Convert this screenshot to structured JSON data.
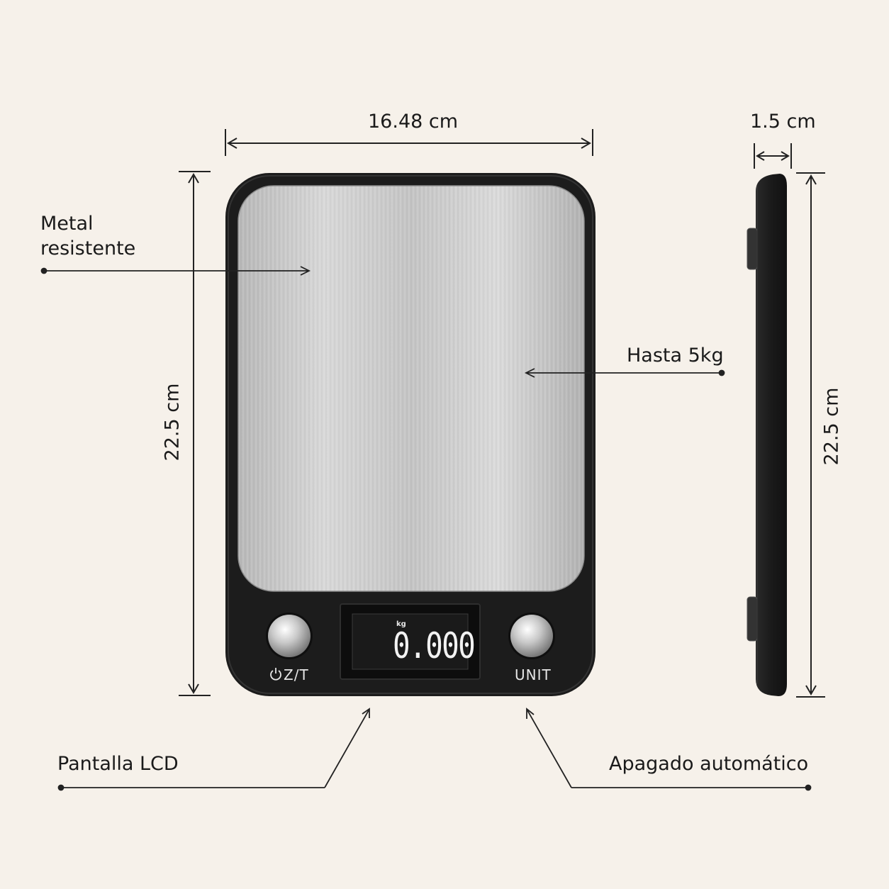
{
  "dimensions": {
    "width": "16.48 cm",
    "height": "22.5 cm",
    "depth": "1.5 cm"
  },
  "callouts": {
    "metal_line1": "Metal",
    "metal_line2": "resistente",
    "capacity": "Hasta 5kg",
    "lcd": "Pantalla LCD",
    "auto_off": "Apagado automático"
  },
  "scale": {
    "left_button_label": "Z/T",
    "right_button_label": "UNIT",
    "lcd_unit": "kg",
    "lcd_value": "0.000"
  },
  "colors": {
    "background": "#f6f1ea",
    "body": "#1c1c1c",
    "platform": "#c9c9c9",
    "lines": "#222222"
  },
  "icons": {
    "power": "power-icon"
  }
}
